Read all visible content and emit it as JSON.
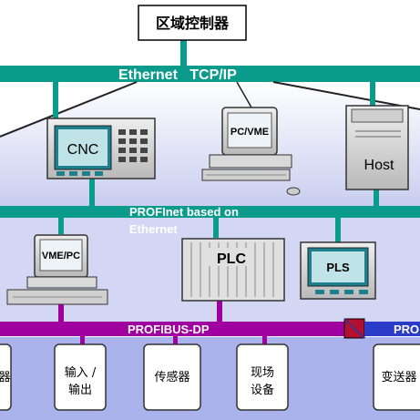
{
  "controller": {
    "label": "区域控制器"
  },
  "networks": {
    "ethernet": "Ethernet   TCP/IP",
    "profinet_line1": "PROFInet based on",
    "profinet_line2": "Ethernet",
    "profibus": "PROFIBUS-DP",
    "profibus_right": "PRO"
  },
  "devices": {
    "cnc": "CNC",
    "pc_vme": "PC/VME",
    "host": "Host",
    "vme_pc": "VME/PC",
    "plc": "PLC",
    "pls": "PLS"
  },
  "field_devices": [
    {
      "line1": "器",
      "line2": ""
    },
    {
      "line1": "输入 /",
      "line2": "输出"
    },
    {
      "line1": "传感器",
      "line2": ""
    },
    {
      "line1": "现场",
      "line2": "设备"
    },
    {
      "line1": "变送器",
      "line2": ""
    }
  ],
  "colors": {
    "network": "#0a9b8a",
    "profibus": "#a000a0",
    "panel": "#cfd4f2",
    "field_panel": "#a9b3ec",
    "screen": "#1e7f8f"
  }
}
